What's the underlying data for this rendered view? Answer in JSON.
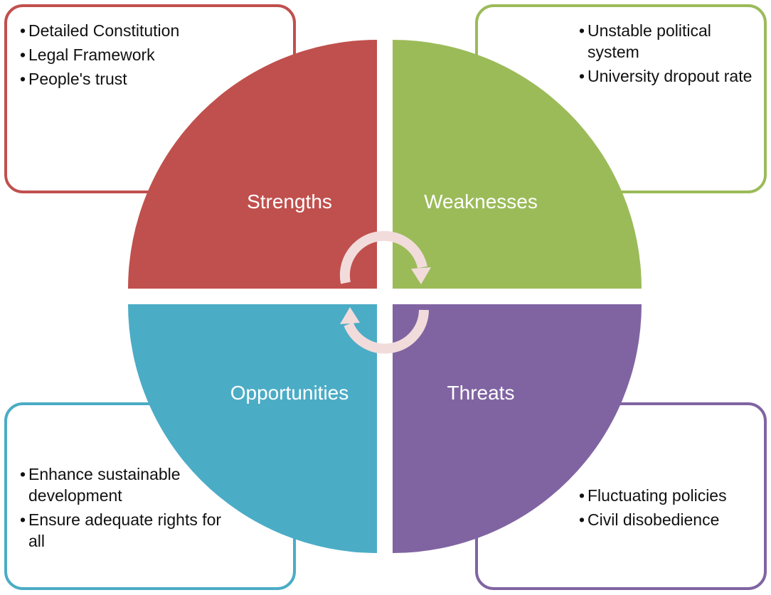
{
  "quadrants": {
    "strengths": {
      "label": "Strengths",
      "color": "#c0504d",
      "items": [
        "Detailed Constitution",
        "Legal Framework",
        "People's trust"
      ]
    },
    "weaknesses": {
      "label": "Weaknesses",
      "color": "#9bbb59",
      "items": [
        "Unstable political system",
        "University dropout rate"
      ]
    },
    "opportunities": {
      "label": "Opportunities",
      "color": "#4bacc6",
      "items": [
        "Enhance sustainable development",
        "Ensure adequate rights for all"
      ]
    },
    "threats": {
      "label": "Threats",
      "color": "#8064a2",
      "items": [
        "Fluctuating policies",
        "Civil disobedience"
      ]
    }
  },
  "arrow_color": "#f2dcdb",
  "icons": [
    "cycle-arrow-top-icon",
    "cycle-arrow-bottom-icon"
  ]
}
